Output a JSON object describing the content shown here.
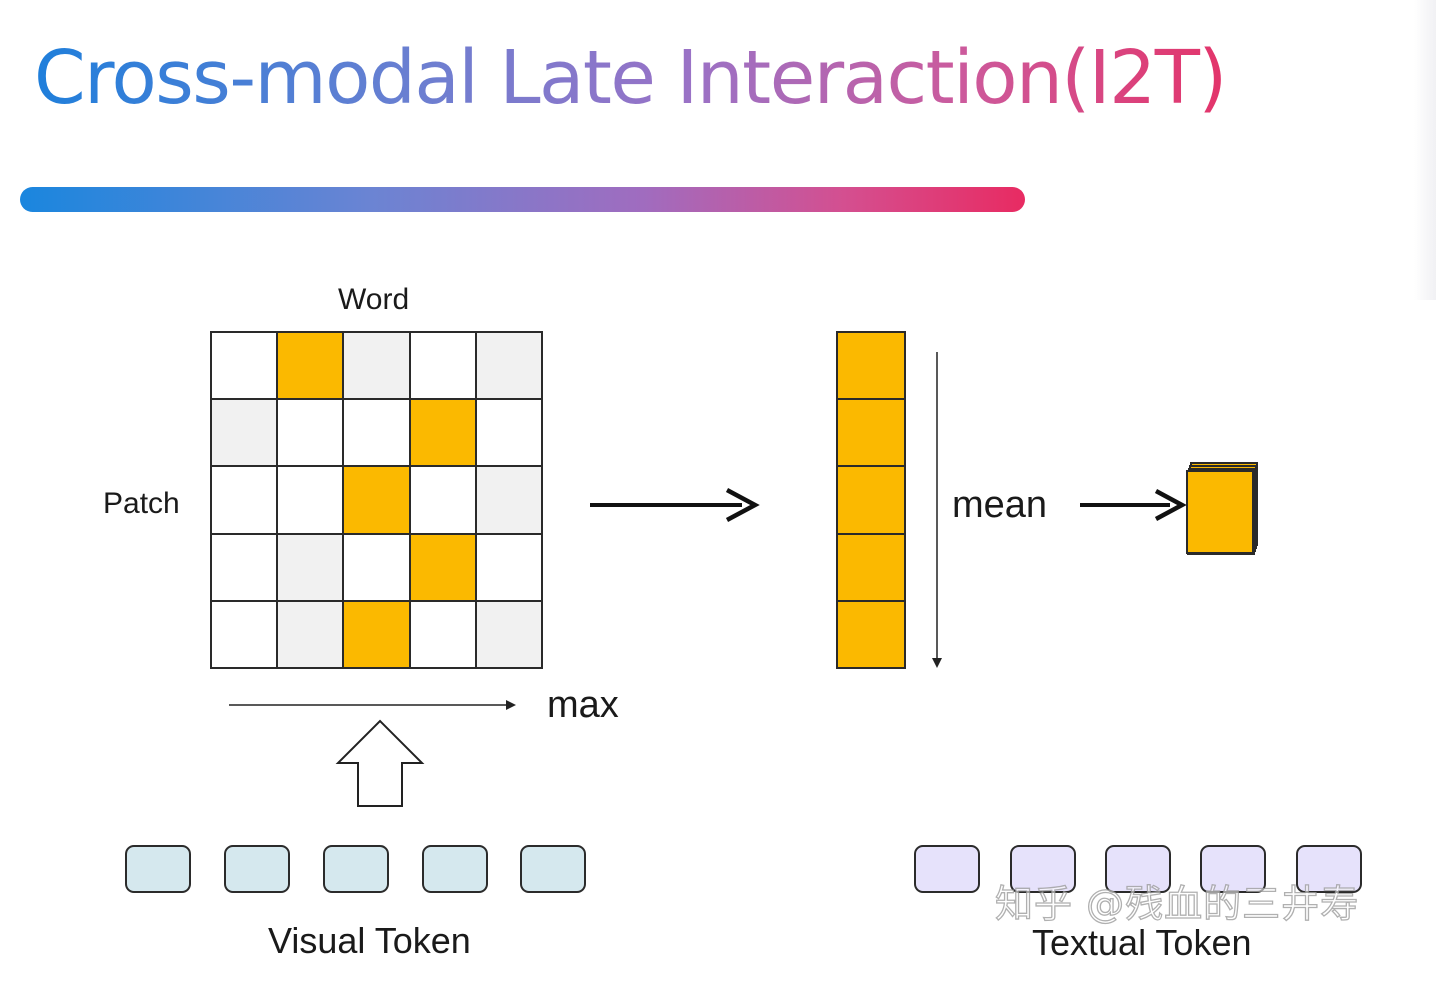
{
  "slide": {
    "title": "Cross-modal Late Interaction(I2T)"
  },
  "diagram": {
    "word_label": "Word",
    "patch_label": "Patch",
    "max_label": "max",
    "mean_label": "mean",
    "visual_token_label": "Visual Token",
    "textual_token_label": "Textual Token",
    "similarity_matrix": [
      [
        "white",
        "yellow",
        "gray",
        "white",
        "gray"
      ],
      [
        "gray",
        "white",
        "white",
        "yellow",
        "white"
      ],
      [
        "white",
        "white",
        "yellow",
        "white",
        "gray"
      ],
      [
        "white",
        "gray",
        "white",
        "yellow",
        "white"
      ],
      [
        "white",
        "gray",
        "yellow",
        "white",
        "gray"
      ]
    ],
    "max_column_cells": 5,
    "visual_token_count": 5,
    "textual_token_count": 5
  },
  "watermark": "知乎 @残血的三井寿",
  "colors": {
    "highlight": "#fbb900",
    "gray_cell": "#f1f1f1",
    "visual_token": "#d5e8ee",
    "textual_token": "#e6e2fb",
    "title_gradient_start": "#1f7fdb",
    "title_gradient_end": "#e3346a"
  },
  "icons": {
    "right_arrow": "right-arrow-icon",
    "up_arrow": "hollow-up-arrow-icon",
    "down_arrow": "down-arrow-icon"
  }
}
